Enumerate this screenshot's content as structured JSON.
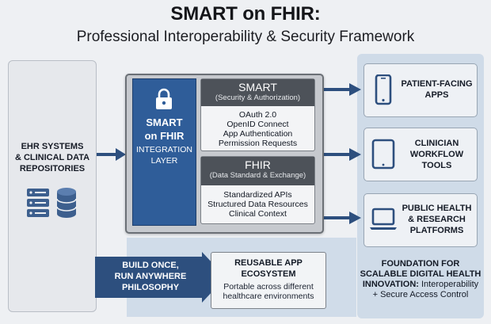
{
  "header": {
    "title": "SMART on FHIR:",
    "subtitle": "Professional Interoperability & Security Framework"
  },
  "ehr": {
    "label_lines": [
      "EHR SYSTEMS",
      "& CLINICAL DATA",
      "REPOSITORIES"
    ],
    "icons": [
      "server-icon",
      "database-icon"
    ]
  },
  "integration_layer": {
    "title_lines": [
      "SMART",
      "on FHIR"
    ],
    "subtitle_lines": [
      "INTEGRATION",
      "LAYER"
    ],
    "icon": "lock-icon"
  },
  "smart_card": {
    "heading": "SMART",
    "subheading": "(Security & Authorization)",
    "items": [
      "OAuth 2.0",
      "OpenID Connect",
      "App Authentication",
      "Permission Requests"
    ]
  },
  "fhir_card": {
    "heading": "FHIR",
    "subheading": "(Data Standard & Exchange)",
    "items": [
      "Standardized APIs",
      "Structured Data Resources",
      "Clinical Context"
    ]
  },
  "build_once": {
    "lines": [
      "BUILD ONCE,",
      "RUN ANYWHERE",
      "PHILOSOPHY"
    ]
  },
  "reusable": {
    "title_lines": [
      "REUSABLE APP",
      "ECOSYSTEM"
    ],
    "desc_lines": [
      "Portable across different",
      "healthcare environments"
    ]
  },
  "apps": [
    {
      "label_lines": [
        "PATIENT-FACING",
        "APPS"
      ],
      "icon": "smartphone-icon"
    },
    {
      "label_lines": [
        "CLINICIAN",
        "WORKFLOW",
        "TOOLS"
      ],
      "icon": "tablet-icon"
    },
    {
      "label_lines": [
        "PUBLIC HEALTH",
        "& RESEARCH",
        "PLATFORMS"
      ],
      "icon": "laptop-icon"
    }
  ],
  "foundation": {
    "bold_lines": [
      "FOUNDATION FOR",
      "SCALABLE DIGITAL HEALTH",
      "INNOVATION:"
    ],
    "rest_first": "Interoperability",
    "rest_second": "+ Secure Access Control"
  },
  "colors": {
    "accent_blue": "#2f5d99",
    "arrow_blue": "#2d4f7e",
    "card_header": "#4d5259",
    "panel_blue": "#cfdbe8"
  }
}
